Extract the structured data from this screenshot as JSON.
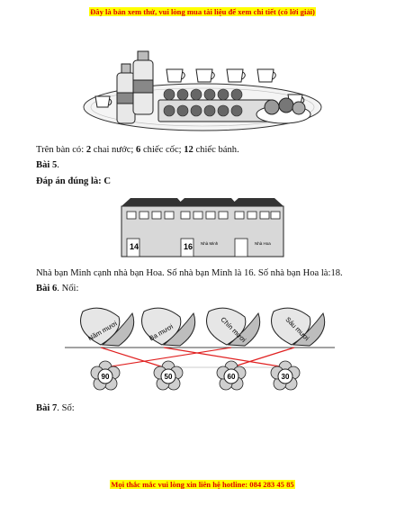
{
  "header_banner": "Đây là bản xem thử, vui lòng mua tài liệu để xem chi tiết (có lời giải)",
  "answer4": {
    "prefix": "Trên bàn có: ",
    "bottles": "2",
    "bottles_label": " chai nước; ",
    "cups": "6",
    "cups_label": " chiếc cốc; ",
    "cakes": "12",
    "cakes_label": " chiếc bánh."
  },
  "bai5": {
    "label": "Bài 5",
    "dot": "."
  },
  "answer5_label": "Đáp án đúng là: C",
  "houses": {
    "numbers": [
      "14",
      "16"
    ],
    "signs": [
      "Nhà Minh",
      "Nhà Hoa"
    ]
  },
  "answer5_text": "Nhà bạn Minh cạnh nhà bạn Hoa. Số nhà bạn Minh là 16. Số nhà bạn Hoa là:18.",
  "bai6": {
    "label": "Bài 6",
    "suffix": ". Nối:"
  },
  "butterflies": [
    "Năm mươi",
    "Ba mươi",
    "Chín mươi",
    "Sáu mươi"
  ],
  "flowers": [
    "90",
    "50",
    "60",
    "30"
  ],
  "bai7": {
    "label": "Bài 7",
    "suffix": ". Số:"
  },
  "footer_banner": "Mọi thắc mắc vui lòng xin liên hệ hotline: 084 283 45 85",
  "colors": {
    "banner_text": "#e00000",
    "highlight": "#ffff00",
    "match_line": "#e02020"
  }
}
